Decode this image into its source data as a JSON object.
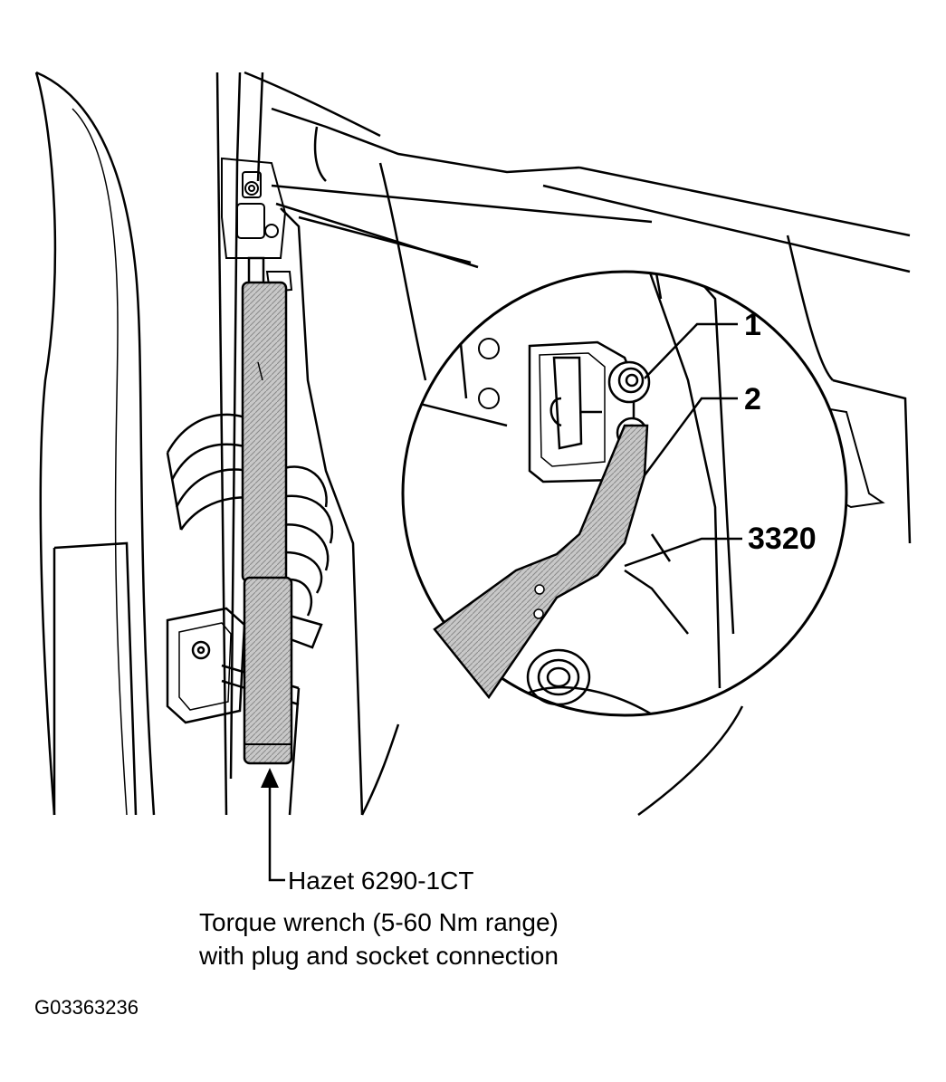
{
  "callouts": {
    "item_1": "1",
    "item_2": "2",
    "item_3320": "3320"
  },
  "caption": {
    "line1": "Hazet 6290-1CT",
    "line2": "Torque wrench (5-60 Nm range)",
    "line3": "with plug and socket connection"
  },
  "figure_id": "G03363236",
  "colors": {
    "line": "#000000",
    "tool_fill": "#bdbdbd",
    "background": "#ffffff"
  }
}
